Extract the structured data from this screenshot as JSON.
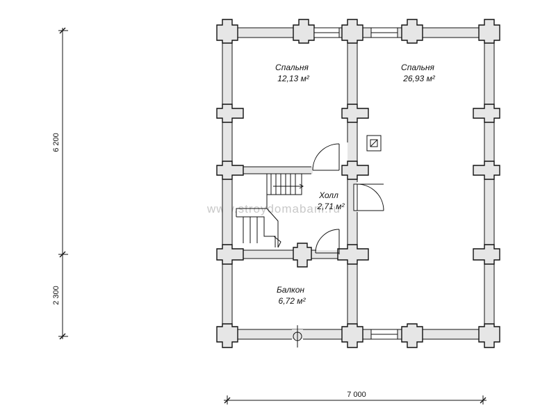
{
  "rooms": [
    {
      "name": "Спальня",
      "area": "12,13 м²"
    },
    {
      "name": "Спальня",
      "area": "26,93 м²"
    },
    {
      "name": "Холл",
      "area": "2,71 м²"
    },
    {
      "name": "Балкон",
      "area": "6,72 м²"
    }
  ],
  "dimensions": {
    "width_total": "7 000",
    "depth_main": "6 200",
    "depth_balcony": "2 300"
  },
  "watermark": "www.stroydomabani.ru"
}
